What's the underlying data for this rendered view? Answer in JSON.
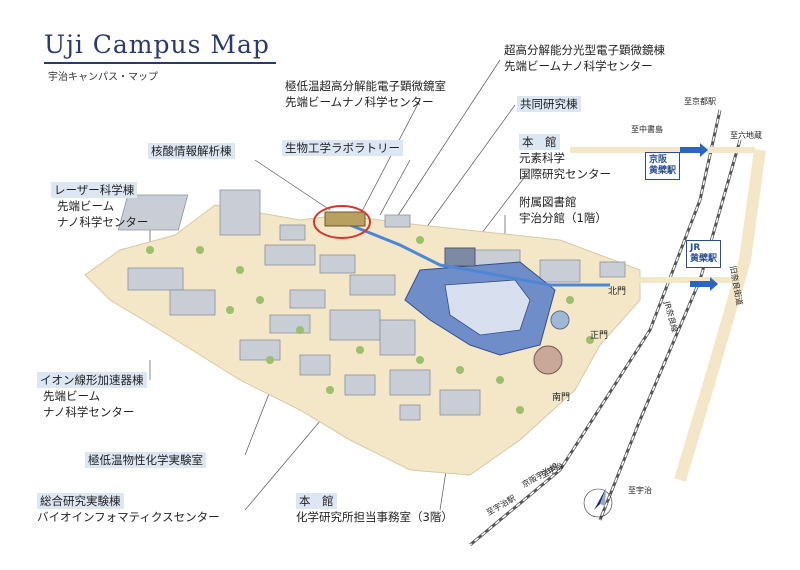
{
  "map": {
    "title": "Uji Campus Map",
    "subtitle": "宇治キャンパス・マップ",
    "labels": {
      "kyokuteion_l1": "極低温超高分解能電子顕微鏡室",
      "kyokuteion_l2": "先端ビームナノ科学センター",
      "chobunkai_l1": "超高分解能分光型電子顕微鏡棟",
      "chobunkai_l2": "先端ビームナノ科学センター",
      "kakusan": "核酸情報解析棟",
      "seibutsu": "生物工学ラボラトリー",
      "kyodo": "共同研究棟",
      "honkan_top": "本　館",
      "genso_l1": "元素科学",
      "genso_l2": "国際研究センター",
      "laser_l1": "レーザー科学棟",
      "laser_l2": "先端ビーム",
      "laser_l3": "ナノ科学センター",
      "library_l1": "附属図書館",
      "library_l2": "宇治分館（1階）",
      "ion_l1": "イオン線形加速器棟",
      "ion_l2": "先端ビーム",
      "ion_l3": "ナノ科学センター",
      "bussei": "極低温物性化学実験室",
      "sogo_l1": "総合研究実験棟",
      "sogo_l2": "バイオインフォマティクスセンター",
      "honkan_bottom": "本　館",
      "office": "化学研究所担当事務室（3階）"
    },
    "gates": {
      "north": "北門",
      "main": "正門",
      "south": "南門"
    },
    "stations": {
      "keihan_l1": "京阪",
      "keihan_l2": "黄檗駅",
      "jr_l1": "JR",
      "jr_l2": "黄檗駅"
    },
    "directions": {
      "kyoto_station": "至京都駅",
      "nakashojima": "至中書島",
      "rokujizo": "至六地蔵",
      "uji_top": "至宇治",
      "uji_bottom": "至宇治",
      "uji_station": "至宇治駅"
    },
    "roads": {
      "old_nara": "旧奈良街道",
      "jr_line": "JR奈良線",
      "keihan_line": "京阪宇治線"
    },
    "colors": {
      "title": "#2a3a6e",
      "campus": "#f3e7c8",
      "building": "#c9ced6",
      "highlight_building": "#5a78b8",
      "blue_path": "#4e86d6",
      "highlight_circle": "#d6332a",
      "label_bg": "#dde7f4"
    }
  }
}
